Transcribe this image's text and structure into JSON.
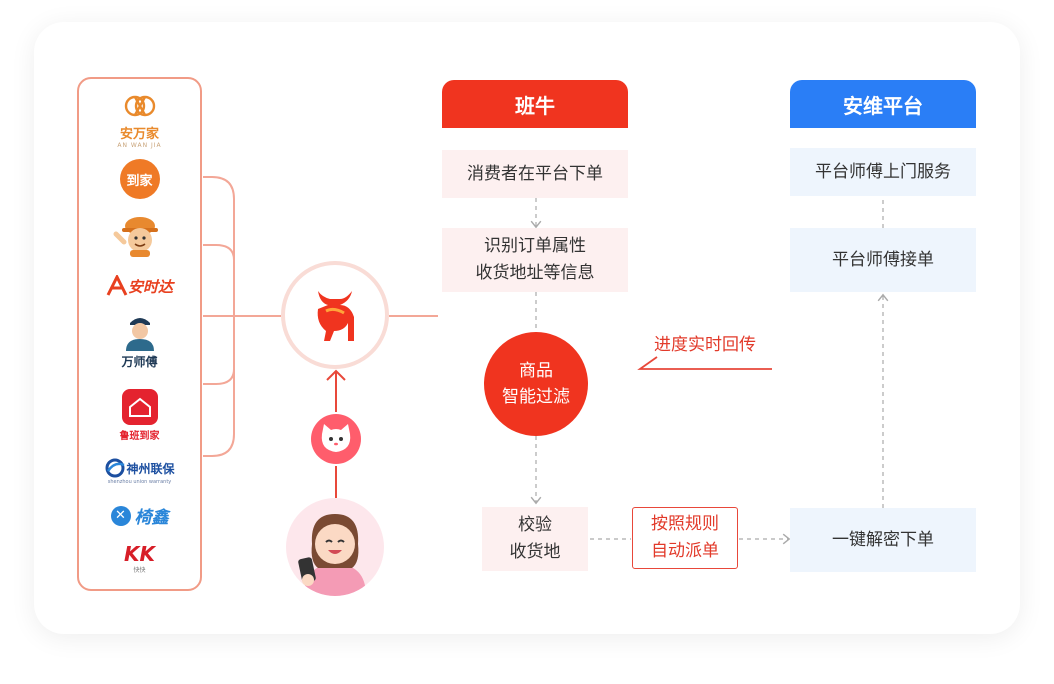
{
  "brands": [
    {
      "name": "安万家",
      "sub": "AN WAN JIA",
      "color": "#e98a2c"
    },
    {
      "name": "到家",
      "color": "#ef7a26"
    },
    {
      "name": "",
      "color": "#e8892f"
    },
    {
      "name": "安时达",
      "color": "#e8401f"
    },
    {
      "name": "万师傅",
      "color": "#1f3a56"
    },
    {
      "name": "鲁班到家",
      "color": "#e4232f"
    },
    {
      "name": "神州联保",
      "sub": "shenzhou union warranty",
      "color": "#1c4fa0"
    },
    {
      "name": "椅鑫",
      "color": "#2a86d9"
    },
    {
      "name": "KK",
      "sub": "快快",
      "color": "#d71e28"
    }
  ],
  "banniu": {
    "header": "班牛",
    "step1": "消费者在平台下单",
    "step2_line1": "识别订单属性",
    "step2_line2": "收货地址等信息",
    "filter_line1": "商品",
    "filter_line2": "智能过滤",
    "verify_line1": "校验",
    "verify_line2": "收货地"
  },
  "dispatch": {
    "line1": "按照规则",
    "line2": "自动派单"
  },
  "progress_label": "进度实时回传",
  "anwei": {
    "header": "安维平台",
    "step1": "平台师傅上门服务",
    "step2": "平台师傅接单",
    "step3": "一键解密下单"
  },
  "colors": {
    "red": "#f0341f",
    "blue": "#2a7ef6",
    "salmon": "#f19b86"
  }
}
